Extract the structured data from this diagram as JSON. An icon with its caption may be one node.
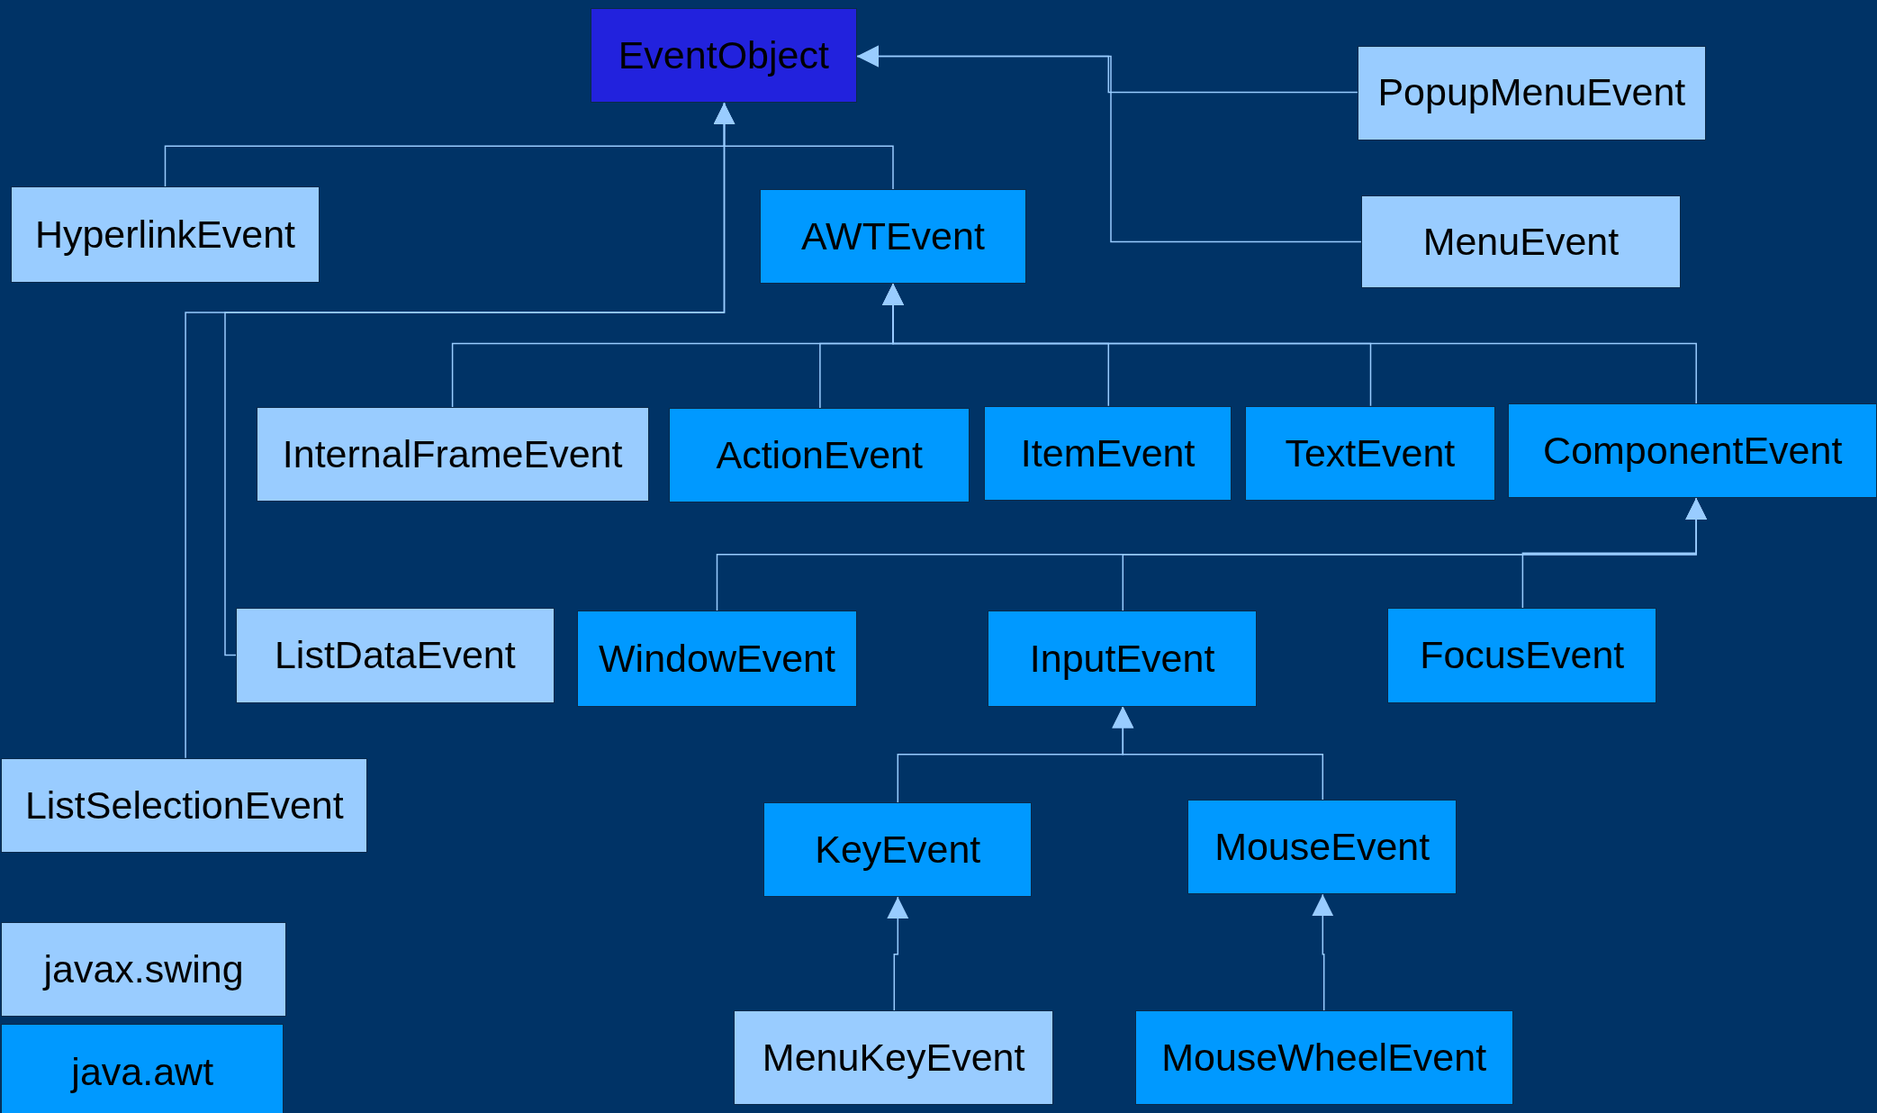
{
  "diagram": {
    "nodes": [
      {
        "text": [
          "EventObject"
        ]
      },
      {
        "text": [
          "PopupMenuEvent"
        ]
      },
      {
        "text": [
          "HyperlinkEvent"
        ]
      },
      {
        "text": [
          "AWTEvent"
        ]
      },
      {
        "text": [
          "MenuEvent"
        ]
      },
      {
        "text": [
          "InternalFrameEvent"
        ]
      },
      {
        "text": [
          "ActionEvent"
        ]
      },
      {
        "text": [
          "ItemEvent"
        ]
      },
      {
        "text": [
          "TextEvent"
        ]
      },
      {
        "text": [
          "ComponentEvent"
        ]
      },
      {
        "text": [
          "ListDataEvent"
        ]
      },
      {
        "text": [
          "WindowEvent"
        ]
      },
      {
        "text": [
          "InputEvent"
        ]
      },
      {
        "text": [
          "FocusEvent"
        ]
      },
      {
        "text": [
          "ListSelectionEvent"
        ]
      },
      {
        "text": [
          "KeyEvent"
        ]
      },
      {
        "text": [
          "MouseEvent"
        ]
      },
      {
        "text": [
          "MenuKeyEvent"
        ]
      },
      {
        "text": [
          "MouseWheelEvent"
        ]
      }
    ],
    "edges": [
      {
        "from": 1,
        "to": 0,
        "arrow": "to"
      },
      {
        "from": 4,
        "to": 0,
        "arrow": "to"
      },
      {
        "from": 2,
        "to": 0,
        "arrow": "to"
      },
      {
        "from": 3,
        "to": 0,
        "arrow": "to"
      },
      {
        "from": 14,
        "to": 0,
        "arrow": "to"
      },
      {
        "from": 10,
        "to": 0,
        "arrow": "to"
      },
      {
        "from": 5,
        "to": 3,
        "arrow": "to"
      },
      {
        "from": 6,
        "to": 3,
        "arrow": "to"
      },
      {
        "from": 7,
        "to": 3,
        "arrow": "to"
      },
      {
        "from": 8,
        "to": 3,
        "arrow": "to"
      },
      {
        "from": 9,
        "to": 3,
        "arrow": "to"
      },
      {
        "from": 11,
        "to": 9,
        "arrow": "to"
      },
      {
        "from": 12,
        "to": 9,
        "arrow": "to"
      },
      {
        "from": 13,
        "to": 9,
        "arrow": "to"
      },
      {
        "from": 15,
        "to": 12,
        "arrow": "to"
      },
      {
        "from": 16,
        "to": 12,
        "arrow": "to"
      },
      {
        "from": 17,
        "to": 15,
        "arrow": "to"
      },
      {
        "from": 18,
        "to": 16,
        "arrow": "to"
      }
    ],
    "legend": [
      {
        "text": "javax.swing",
        "color": "#99ccff"
      },
      {
        "text": "java.awt",
        "color": "#0099ff"
      }
    ]
  }
}
